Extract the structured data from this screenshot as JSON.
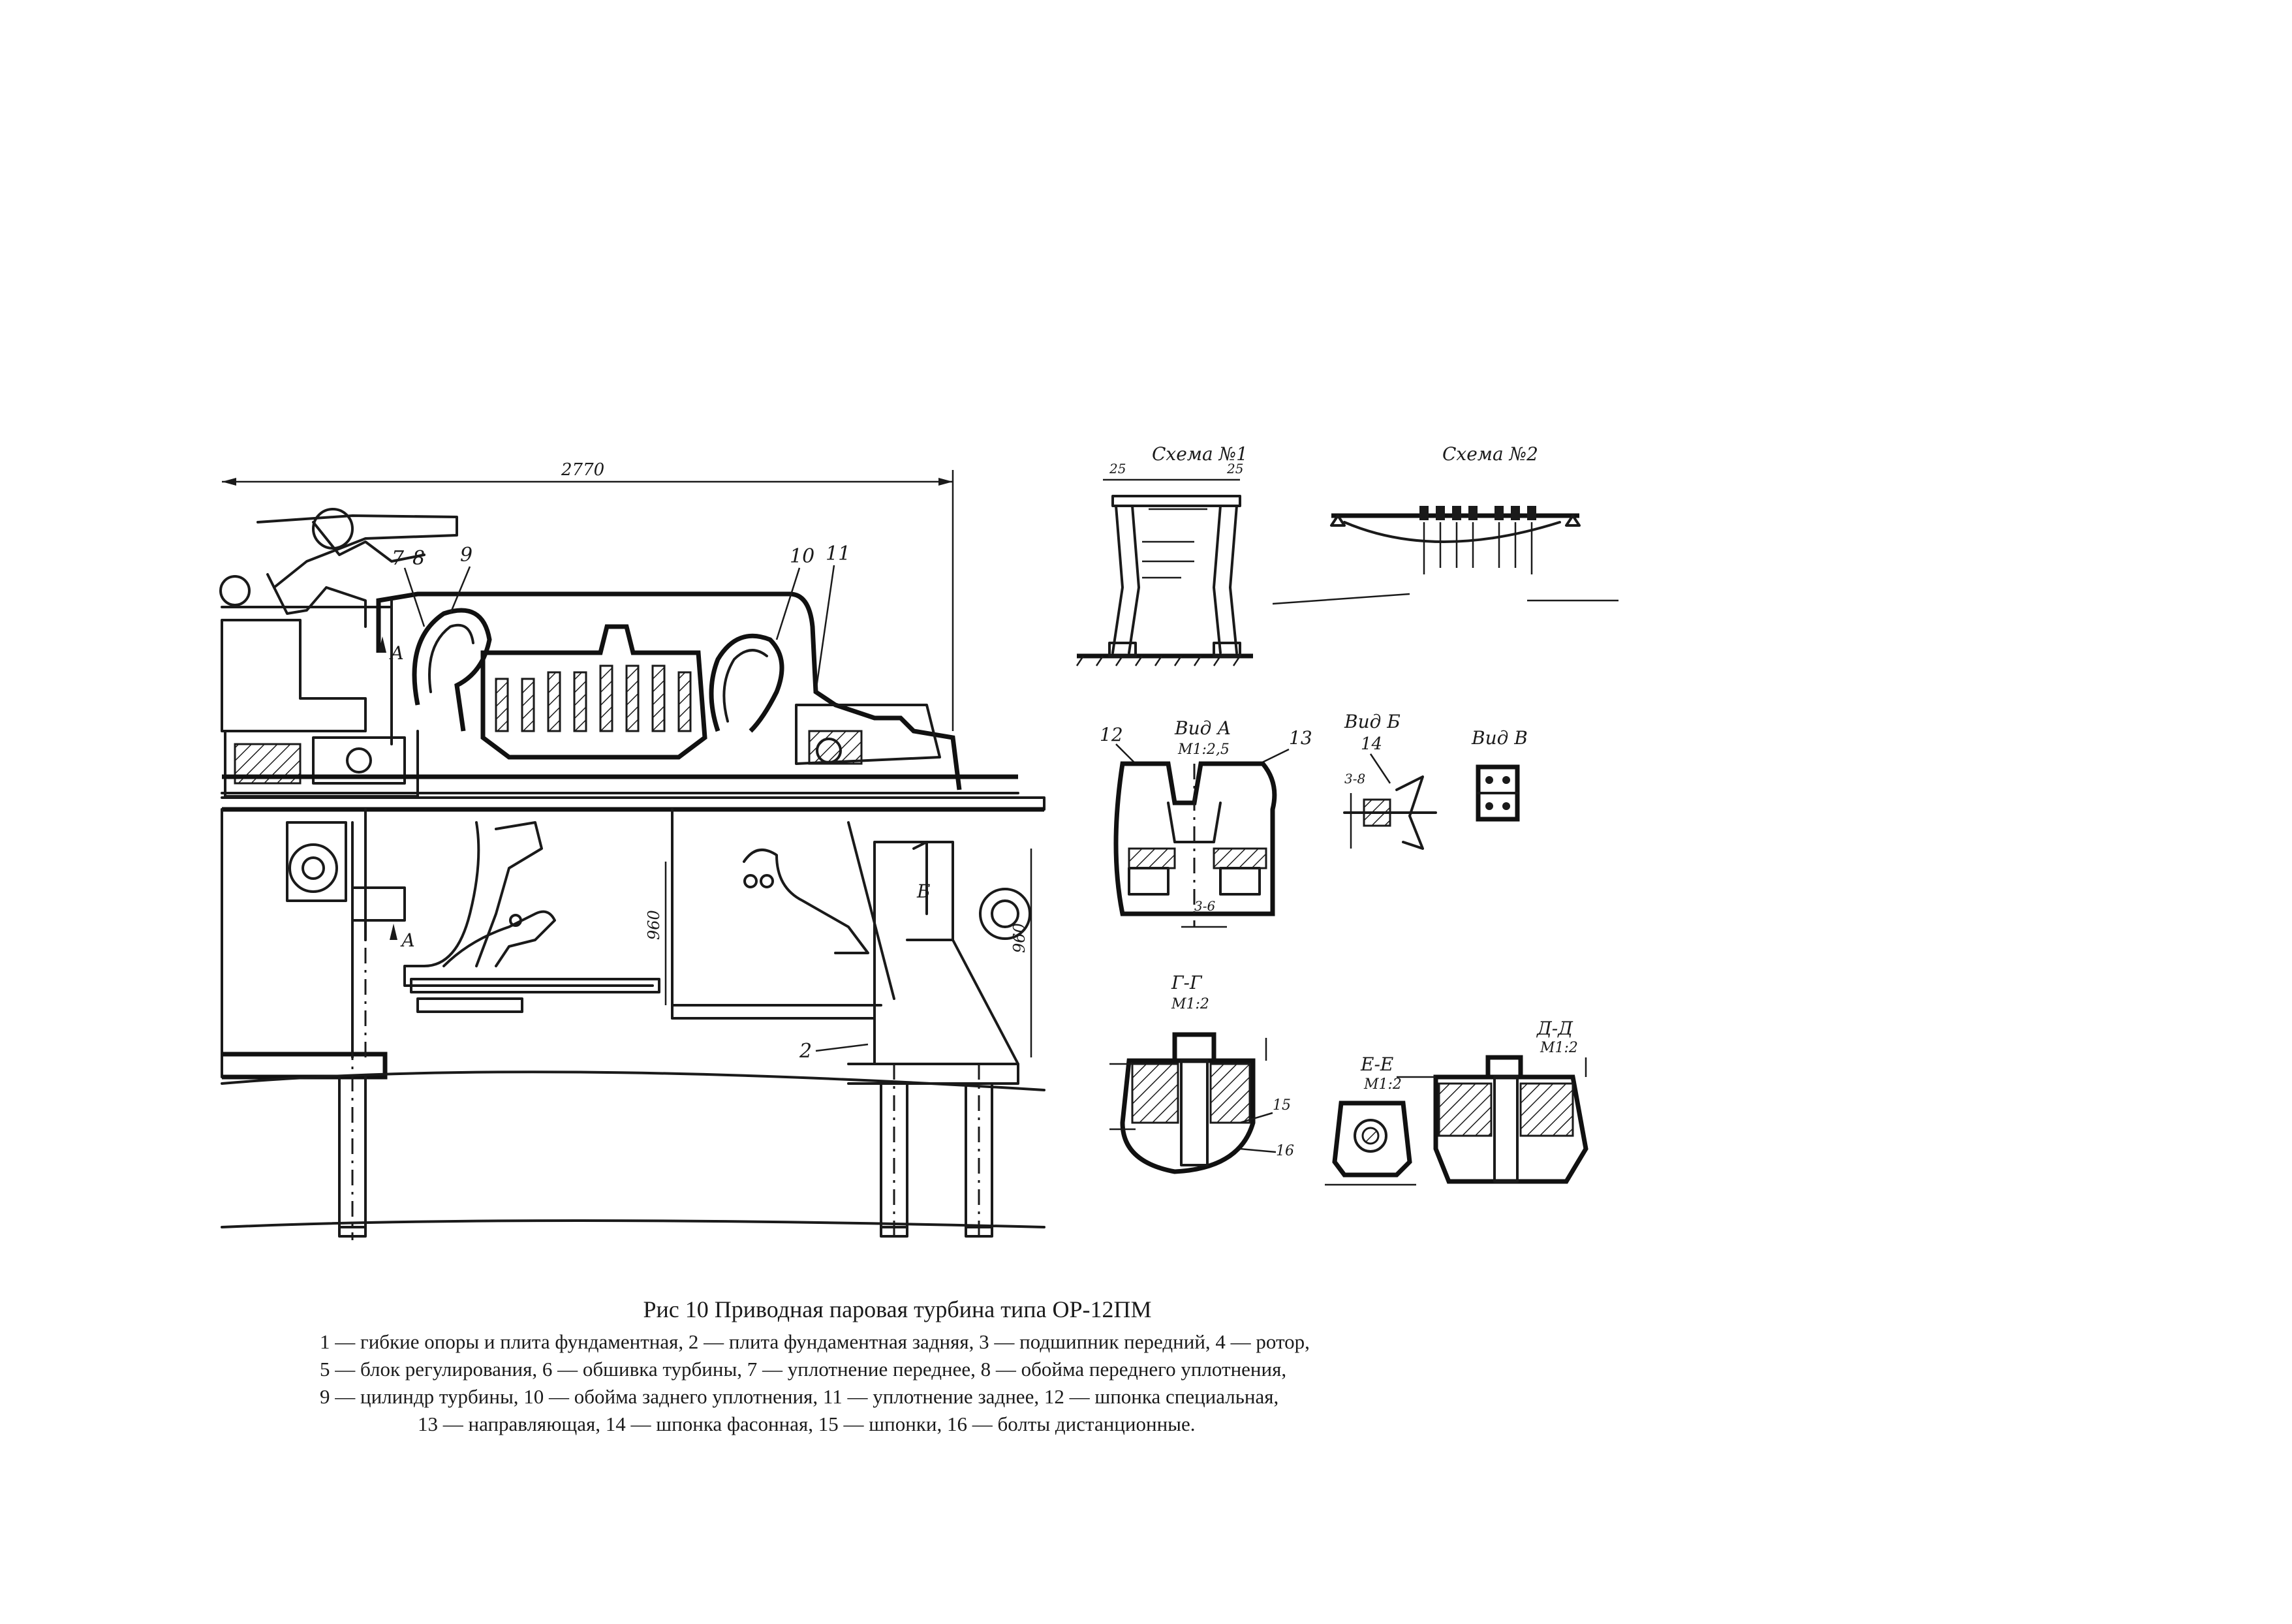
{
  "figure": {
    "caption_title": "Рис 10 Приводная паровая турбина типа ОР-12ПМ",
    "legend_lines": [
      "1 — гибкие опоры и плита фундаментная, 2 — плита фундаментная задняя, 3 — подшипник передний, 4 — ротор,",
      "5 — блок регулирования, 6 — обшивка турбины, 7 — уплотнение переднее, 8 — обойма переднего уплотнения,",
      "9 — цилиндр турбины, 10 — обойма заднего уплотнения, 11 — уплотнение заднее, 12 — шпонка специальная,",
      "13 — направляющая, 14 — шпонка фасонная, 15 — шпонки, 16 — болты дистанционные."
    ]
  },
  "main_drawing": {
    "overall_dimension": "2770",
    "dim_vertical_1": "960",
    "dim_vertical_2": "960",
    "callouts": [
      "7",
      "8",
      "9",
      "10",
      "11",
      "2"
    ],
    "section_marks": [
      "А",
      "А",
      "Б"
    ]
  },
  "details": {
    "scheme1_title": "Схема №1",
    "scheme1_dims": [
      "25",
      "25"
    ],
    "scheme2_title": "Схема №2",
    "view_a_title": "Вид А",
    "view_a_scale": "М1:2,5",
    "view_a_callouts": [
      "12",
      "13"
    ],
    "view_a_dim": "3-6",
    "view_b_title": "Вид Б",
    "view_b_callout": "14",
    "view_b_dim": "3-8",
    "view_v_title": "Вид В",
    "section_gg_title": "Г-Г",
    "section_gg_scale": "М1:2",
    "section_gg_callouts": [
      "15",
      "16"
    ],
    "section_ee_title": "Е-Е",
    "section_ee_scale": "М1:2",
    "section_dd_title": "Д-Д",
    "section_dd_scale": "М1:2"
  }
}
